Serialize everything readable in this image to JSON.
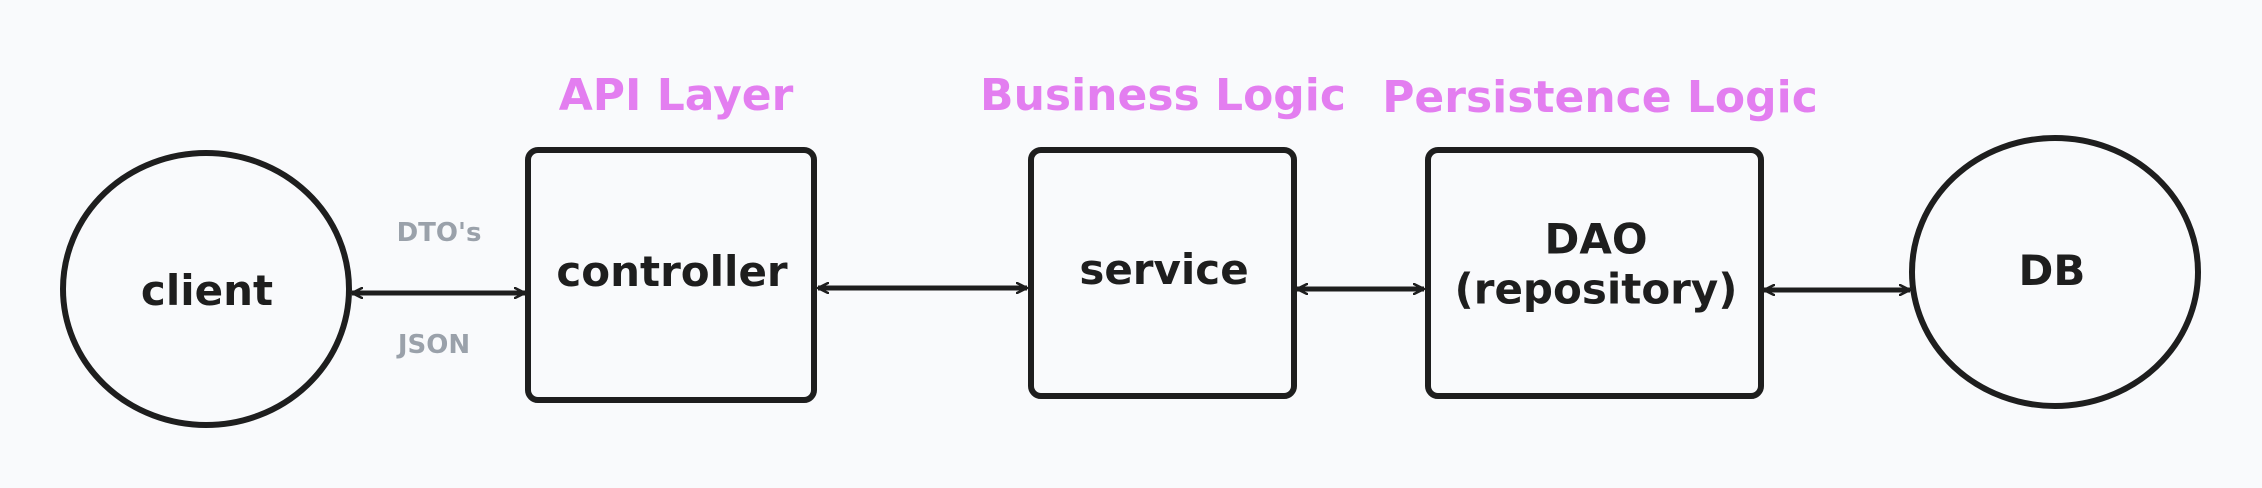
{
  "layers": {
    "api": "API Layer",
    "business": "Business Logic",
    "persistence": "Persistence Logic"
  },
  "nodes": {
    "client": "client",
    "controller": "controller",
    "service": "service",
    "dao_line1": "DAO",
    "dao_line2": "(repository)",
    "db": "DB"
  },
  "edge_labels": {
    "dtos": "DTO's",
    "json": "JSON"
  },
  "colors": {
    "stroke": "#1e1e1e",
    "layer_label": "#e37ef0",
    "edge_label": "#9aa1aa",
    "background": "#f9fafc"
  }
}
